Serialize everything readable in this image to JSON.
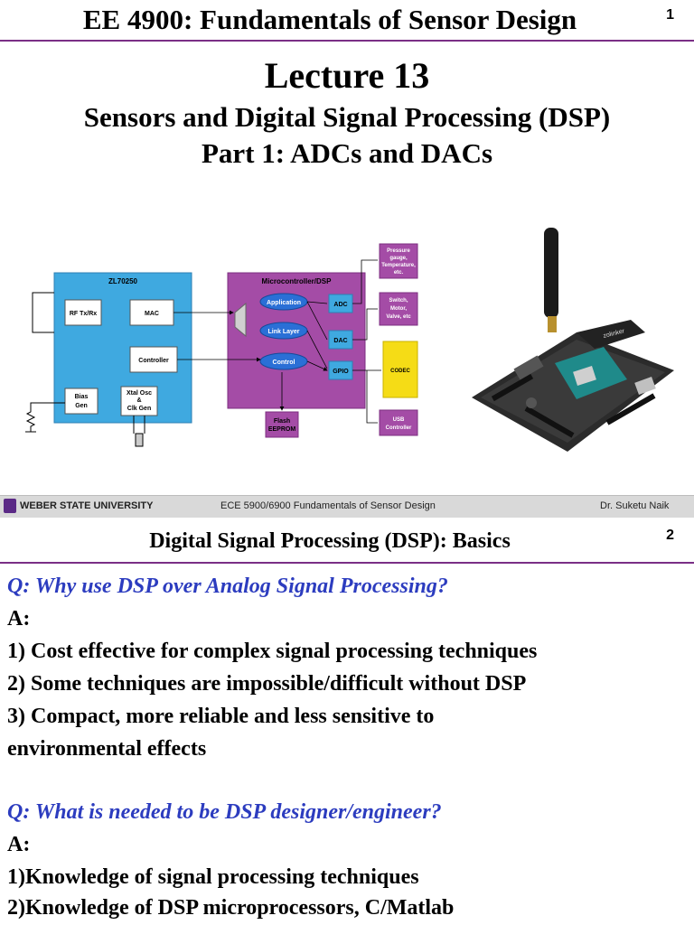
{
  "slide1": {
    "header": "EE 4900: Fundamentals of Sensor Design",
    "number": "1",
    "lecture": "Lecture 13",
    "subtitle1": "Sensors and Digital Signal Processing (DSP)",
    "subtitle2": "Part 1: ADCs and DACs",
    "diagram": {
      "chip_label": "ZL70250",
      "rf": "RF Tx/Rx",
      "mac": "MAC",
      "controller": "Controller",
      "bias1": "Bias",
      "bias2": "Gen",
      "xtal1": "Xtal Osc",
      "xtal2": "&",
      "xtal3": "Clk Gen",
      "mcu_label": "Microcontroller/DSP",
      "application": "Application",
      "link_layer": "Link Layer",
      "control": "Control",
      "adc": "ADC",
      "dac": "DAC",
      "gpio": "GPIO",
      "flash1": "Flash",
      "flash2": "EEPROM",
      "pressure1": "Pressure",
      "pressure2": "gauge,",
      "pressure3": "Temperature,",
      "pressure4": "etc.",
      "switch1": "Switch,",
      "switch2": "Motor,",
      "switch3": "Valve, etc",
      "codec": "CODEC",
      "usb1": "USB",
      "usb2": "Controller"
    },
    "photo": {
      "board_text": "zolinker"
    }
  },
  "footer": {
    "university": "WEBER STATE UNIVERSITY",
    "course": "ECE 5900/6900 Fundamentals of Sensor Design",
    "author": "Dr. Suketu Naik"
  },
  "slide2": {
    "title": "Digital Signal Processing (DSP): Basics",
    "number": "2",
    "q1": "Q: Why use DSP over Analog Signal Processing?",
    "a1_label": "A:",
    "a1_items": [
      "1) Cost effective for complex signal processing techniques",
      "2) Some techniques are impossible/difficult without DSP",
      "3) Compact, more reliable and less sensitive to",
      "environmental effects"
    ],
    "q2": "Q: What is needed to be DSP designer/engineer?",
    "a2_label": "A:",
    "a2_items": [
      "1)Knowledge of signal processing techniques",
      "2)Knowledge of DSP microprocessors, C/Matlab"
    ]
  },
  "colors": {
    "rule": "#7a2f86",
    "question": "#2c3cbf",
    "chip_blue": "#3fa9e0",
    "mcu_purple": "#a44ca6",
    "codec_yellow": "#f5dc16"
  }
}
